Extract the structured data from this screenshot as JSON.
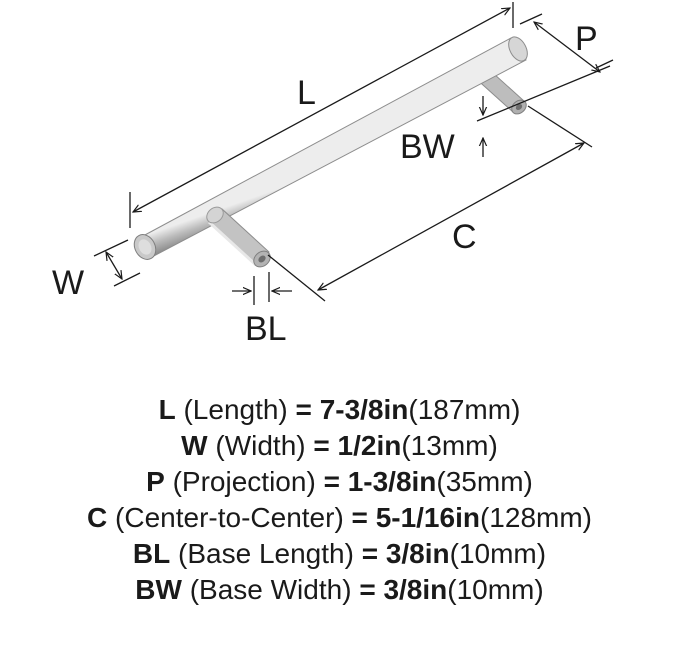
{
  "diagram": {
    "labels": {
      "L": "L",
      "P": "P",
      "BW": "BW",
      "C": "C",
      "W": "W",
      "BL": "BL"
    },
    "handle_color": "#cfcfcf"
  },
  "specs": [
    {
      "abbr": "L",
      "name": "(Length)",
      "eq": "=",
      "value": "7-3/8in",
      "metric": "(187mm)"
    },
    {
      "abbr": "W",
      "name": "(Width)",
      "eq": "=",
      "value": "1/2in",
      "metric": "(13mm)"
    },
    {
      "abbr": "P",
      "name": "(Projection)",
      "eq": "=",
      "value": "1-3/8in",
      "metric": "(35mm)"
    },
    {
      "abbr": "C",
      "name": "(Center-to-Center)",
      "eq": "=",
      "value": "5-1/16in",
      "metric": "(128mm)"
    },
    {
      "abbr": "BL",
      "name": "(Base Length)",
      "eq": "=",
      "value": "3/8in",
      "metric": "(10mm)"
    },
    {
      "abbr": "BW",
      "name": "(Base Width)",
      "eq": "=",
      "value": "3/8in",
      "metric": "(10mm)"
    }
  ]
}
